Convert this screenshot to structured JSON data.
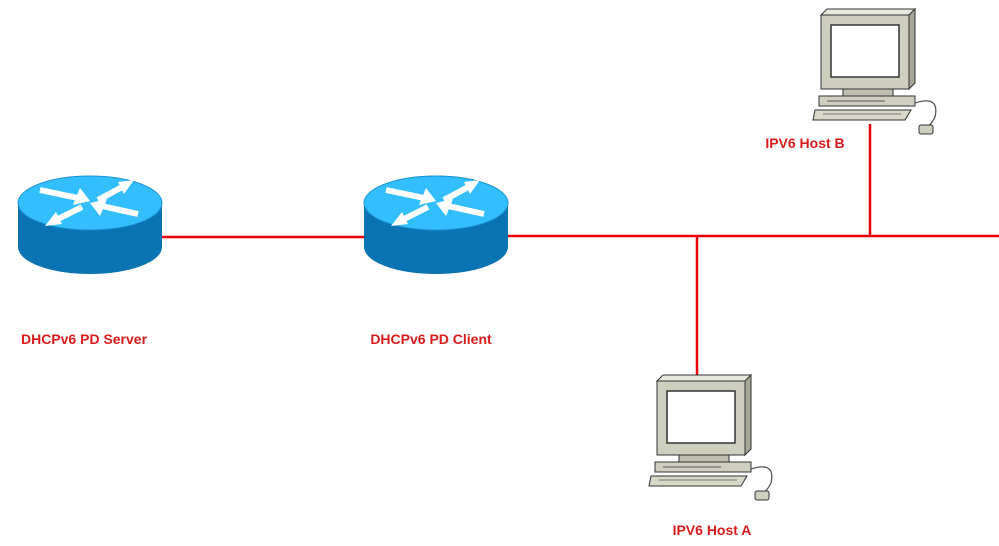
{
  "colors": {
    "link": "#e8000b",
    "label": "#d81c1c",
    "router_top": "#33bfff",
    "router_side": "#0a73b2",
    "router_rim": "#1a8fd0",
    "pc_body": "#cfcfc0"
  },
  "nodes": {
    "server": {
      "label": "DHCPv6 PD Server",
      "icon": "router-icon"
    },
    "client": {
      "label": "DHCPv6 PD Client",
      "icon": "router-icon"
    },
    "host_a": {
      "label": "IPV6 Host A",
      "icon": "computer-icon"
    },
    "host_b": {
      "label": "IPV6 Host B",
      "icon": "computer-icon"
    }
  }
}
